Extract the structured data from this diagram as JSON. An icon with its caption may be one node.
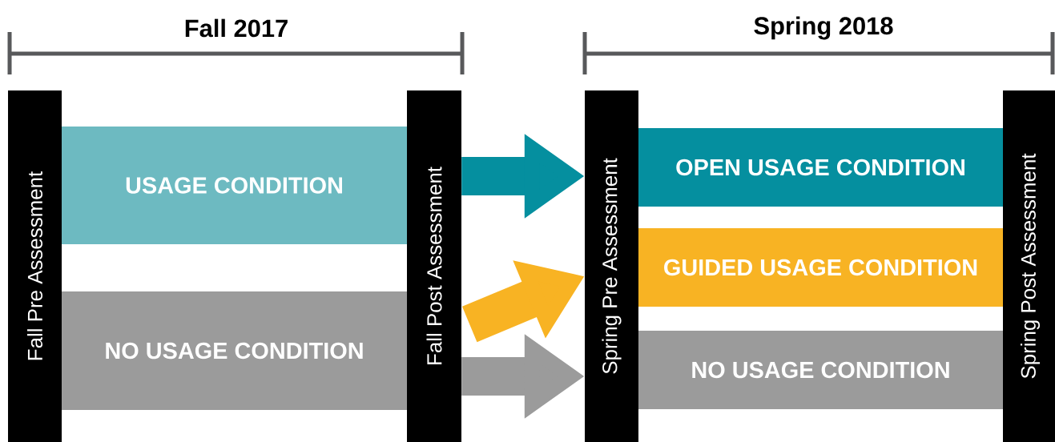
{
  "diagram": {
    "nodes": [
      {
        "text": [
          "Fall Pre Assessment"
        ]
      },
      {
        "text": [
          "USAGE CONDITION"
        ]
      },
      {
        "text": [
          "NO USAGE CONDITION"
        ]
      },
      {
        "text": [
          "Fall Post Assessment"
        ]
      },
      {
        "text": [
          "Spring Pre Assessment"
        ]
      },
      {
        "text": [
          "OPEN USAGE CONDITION"
        ]
      },
      {
        "text": [
          "GUIDED USAGE CONDITION"
        ]
      },
      {
        "text": [
          "NO USAGE CONDITION"
        ]
      },
      {
        "text": [
          "Spring Post Assessment"
        ]
      }
    ],
    "edges": [
      {
        "from": 3,
        "to": 4,
        "arrow": "to",
        "color": "#058f9f"
      },
      {
        "from": 3,
        "to": 4,
        "arrow": "to",
        "color": "#f8b323"
      },
      {
        "from": 3,
        "to": 4,
        "arrow": "to",
        "color": "#9b9b9b"
      }
    ],
    "labels": [
      "Fall 2017",
      "Spring 2018"
    ]
  }
}
